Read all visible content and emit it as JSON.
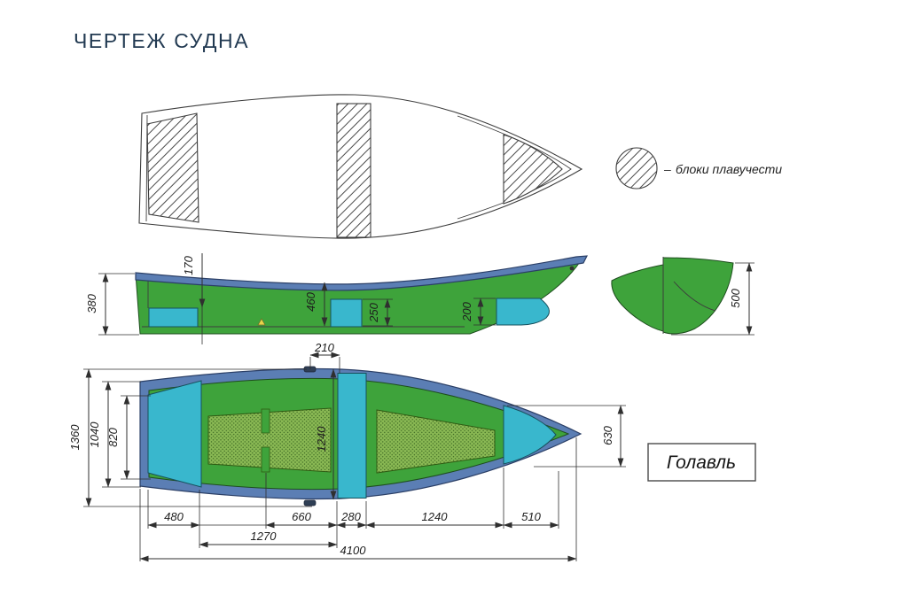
{
  "title": "ЧЕРТЕЖ СУДНА",
  "legend": {
    "marker": "hatched-circle",
    "dash": "–",
    "label": "блоки плавучести"
  },
  "model_badge": "Голавль",
  "dimensions": {
    "side_view": {
      "transom_height": "380",
      "sheer_to_stern_seat": "170",
      "mid_depth": "460",
      "mid_seat_height": "250",
      "bow_seat_height": "200"
    },
    "transom_section": {
      "height": "500"
    },
    "plan_view": {
      "oarlock_offset": "210",
      "beam_overall": "1360",
      "beam_transom": "1040",
      "transom_width_inner": "820",
      "beam_at_thwart": "1240",
      "beam_at_bow_seat": "630",
      "stern_seat_length": "480",
      "floor_slot_to_thwart": "660",
      "thwart_width": "280",
      "thwart_to_bow_seat": "1240",
      "bow_seat_length": "510",
      "stern_seat_to_thwart": "1270",
      "length_overall": "4100"
    }
  },
  "colors": {
    "hull_green": "#3ea33b",
    "gunwale_blue": "#5b7eb4",
    "seat_cyan": "#39b7cd",
    "floor_light": "#8ab954",
    "floor_dot": "#3f6b24",
    "navy_outline": "#2b3f66",
    "line_dark": "#3d3d3d",
    "dim_color": "#2f2f2f",
    "title_color": "#223a52",
    "accent_yellow": "#e8d44a"
  }
}
